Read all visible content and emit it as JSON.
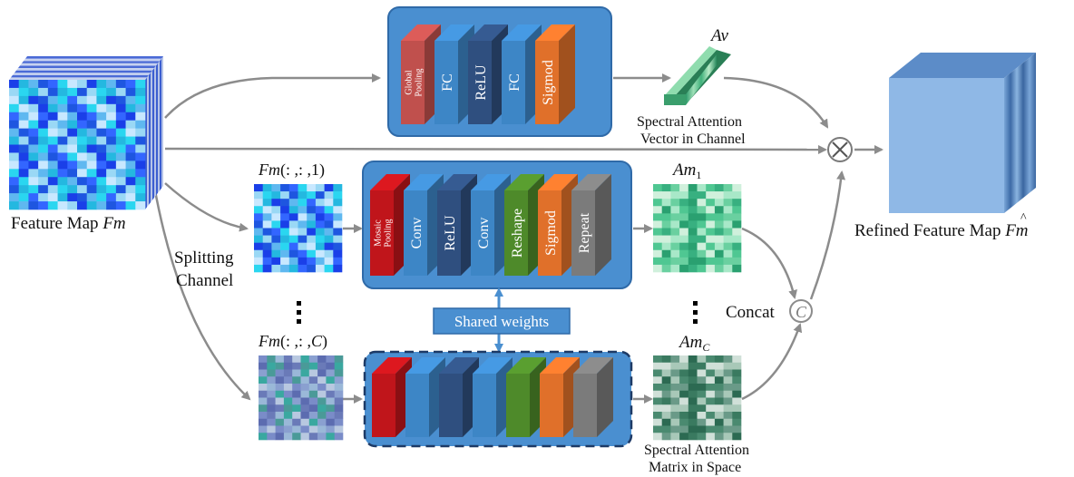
{
  "labels": {
    "feature_map": "Feature Map",
    "feature_map_sym": "Fm",
    "refined_feature_map": "Refined Feature Map",
    "refined_sym": "Fm",
    "splitting_1": "Splitting",
    "splitting_2": "Channel",
    "fm1_prefix": "Fm",
    "fm1_args": "(: ,: ,1)",
    "fmc_prefix": "Fm",
    "fmc_args_a": "(: ,: ,",
    "fmc_args_c": "C",
    "fmc_args_b": ")",
    "av": "Av",
    "am1_base": "Am",
    "am1_sub": "1",
    "amc_base": "Am",
    "amc_sub": "C",
    "spectral_vector_1": "Spectral Attention",
    "spectral_vector_2": "Vector in Channel",
    "spectral_matrix_1": "Spectral Attention",
    "spectral_matrix_2": "Matrix in Space",
    "shared_weights": "Shared weights",
    "concat": "Concat",
    "concat_symbol": "C",
    "multiply_symbol": "⊗"
  },
  "channel_branch_blocks": [
    {
      "label": "Global Pooling",
      "color": "#c0504d",
      "small": true
    },
    {
      "label": "FC",
      "color": "#3d86c6",
      "small": false
    },
    {
      "label": "ReLU",
      "color": "#2f4f7f",
      "small": false
    },
    {
      "label": "FC",
      "color": "#3d86c6",
      "small": false
    },
    {
      "label": "Sigmod",
      "color": "#e0702a",
      "small": false
    }
  ],
  "spatial_branch_blocks": [
    {
      "label": "Mosaic Pooling",
      "color": "#c0151b",
      "small": true
    },
    {
      "label": "Conv",
      "color": "#3d86c6",
      "small": false
    },
    {
      "label": "ReLU",
      "color": "#2f4f7f",
      "small": false
    },
    {
      "label": "Conv",
      "color": "#3d86c6",
      "small": false
    },
    {
      "label": "Reshape",
      "color": "#4e8a2a",
      "small": false
    },
    {
      "label": "Sigmod",
      "color": "#e0702a",
      "small": false
    },
    {
      "label": "Repeat",
      "color": "#7b7b7b",
      "small": false
    }
  ],
  "colors": {
    "panel_fill": "#4a8fd0",
    "panel_stroke": "#2f6aa8",
    "arrow": "#8c8c8c",
    "refined_front": "#8fb8e6",
    "refined_top": "#4d80c4",
    "refined_side": "#3f6ea8"
  }
}
